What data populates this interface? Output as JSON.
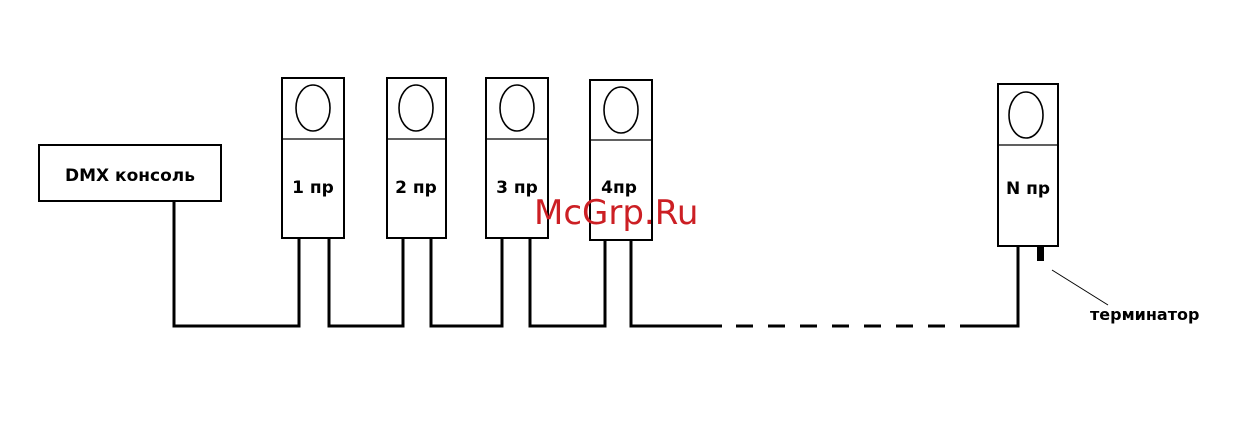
{
  "console": {
    "label": "DMX консоль"
  },
  "devices": [
    {
      "label": "1 пр"
    },
    {
      "label": "2 пр"
    },
    {
      "label": "3 пр"
    },
    {
      "label": "4пр"
    },
    {
      "label": "N пр"
    }
  ],
  "terminator": {
    "label": "терминатор"
  },
  "watermark": {
    "text": "McGrp.Ru"
  }
}
